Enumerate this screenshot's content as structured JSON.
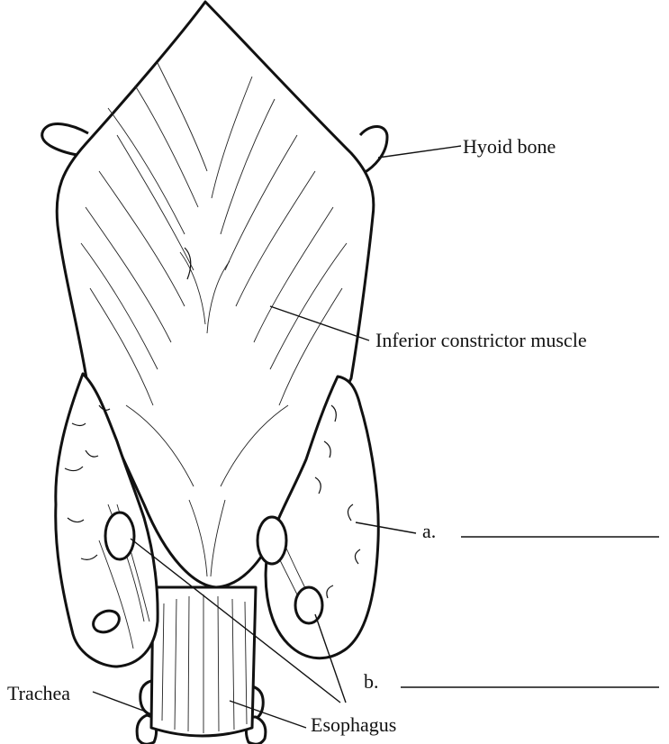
{
  "labels": {
    "hyoid_bone": "Hyoid bone",
    "inferior_constrictor": "Inferior constrictor muscle",
    "a": "a.",
    "b": "b.",
    "trachea": "Trachea",
    "esophagus": "Esophagus"
  }
}
